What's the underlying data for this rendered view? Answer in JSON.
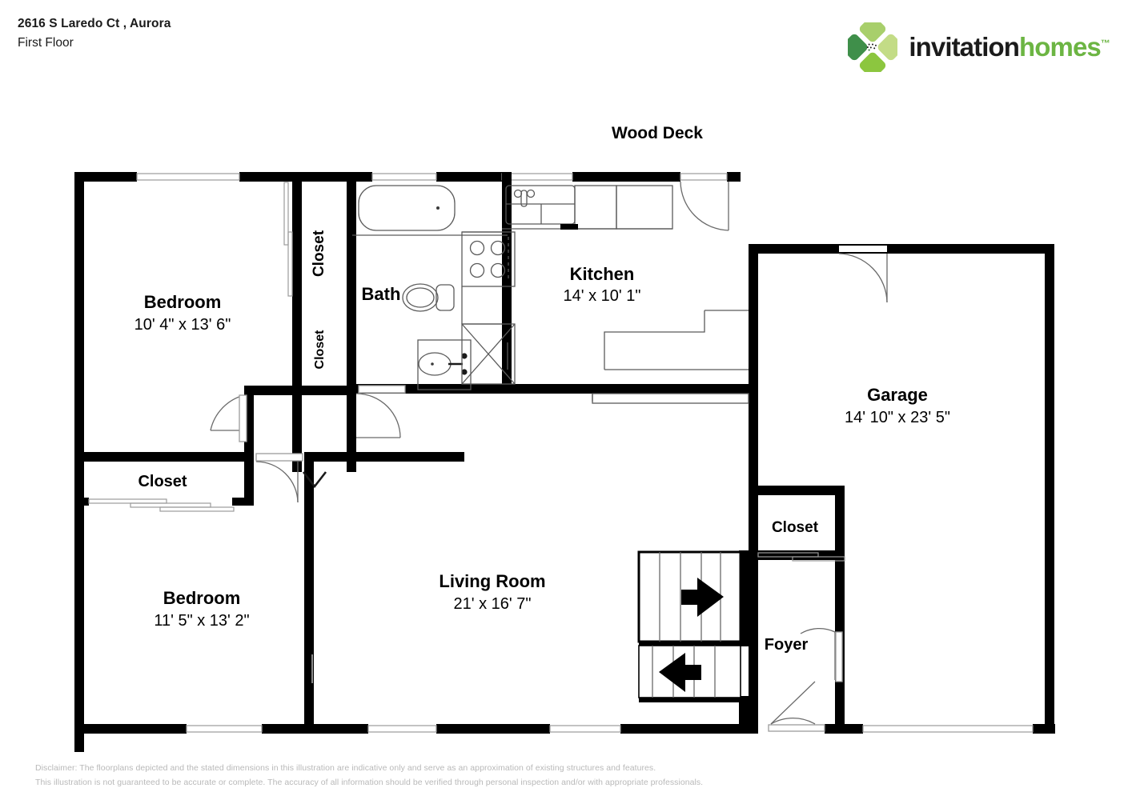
{
  "header": {
    "address": "2616 S Laredo Ct , Aurora",
    "floor": "First Floor",
    "logo": {
      "word_one": "invitation",
      "word_two": "homes",
      "trademark": "™",
      "mark_name": "four-diamond-logo",
      "colors": {
        "dark_green": "#3f8f4a",
        "mid_green": "#6cb543",
        "light_green": "#a8cf6b",
        "pale_green": "#c3dc86",
        "text_dark": "#1b1b1b"
      }
    }
  },
  "plan": {
    "exterior_label": "Wood Deck",
    "rooms": [
      {
        "id": "bedroom-1",
        "name": "Bedroom",
        "dims": "10' 4\" x 13' 6\""
      },
      {
        "id": "bedroom-2",
        "name": "Bedroom",
        "dims": "11' 5\" x 13' 2\""
      },
      {
        "id": "bath",
        "name": "Bath",
        "dims": ""
      },
      {
        "id": "kitchen",
        "name": "Kitchen",
        "dims": "14' x 10' 1\""
      },
      {
        "id": "living",
        "name": "Living Room",
        "dims": "21' x 16' 7\""
      },
      {
        "id": "garage",
        "name": "Garage",
        "dims": "14' 10\" x 23' 5\""
      },
      {
        "id": "foyer",
        "name": "Foyer",
        "dims": ""
      }
    ],
    "closets": [
      {
        "id": "closet-bedroom1-upper",
        "name": "Closet",
        "orientation": "vertical"
      },
      {
        "id": "closet-hall-lower",
        "name": "Closet",
        "orientation": "vertical"
      },
      {
        "id": "closet-bedroom2",
        "name": "Closet",
        "orientation": "horizontal"
      },
      {
        "id": "closet-foyer",
        "name": "Closet",
        "orientation": "horizontal"
      }
    ],
    "stairs": {
      "up_arrow": "arrow-right",
      "down_arrow": "arrow-left"
    },
    "fixtures": [
      "bathtub",
      "toilet",
      "vanity-sink",
      "kitchen-sink",
      "range-stove",
      "dishwasher",
      "counter"
    ],
    "colors": {
      "wall": "#000000",
      "fixture_line": "#4a4a4a",
      "background": "#ffffff"
    }
  },
  "disclaimer": {
    "line1": "Disclaimer: The floorplans depicted and the stated dimensions in this illustration are indicative only and serve as an approximation of existing structures and features.",
    "line2": "This illustration is not guaranteed to be accurate or complete. The accuracy of all information should be verified through personal inspection and/or with appropriate professionals."
  }
}
